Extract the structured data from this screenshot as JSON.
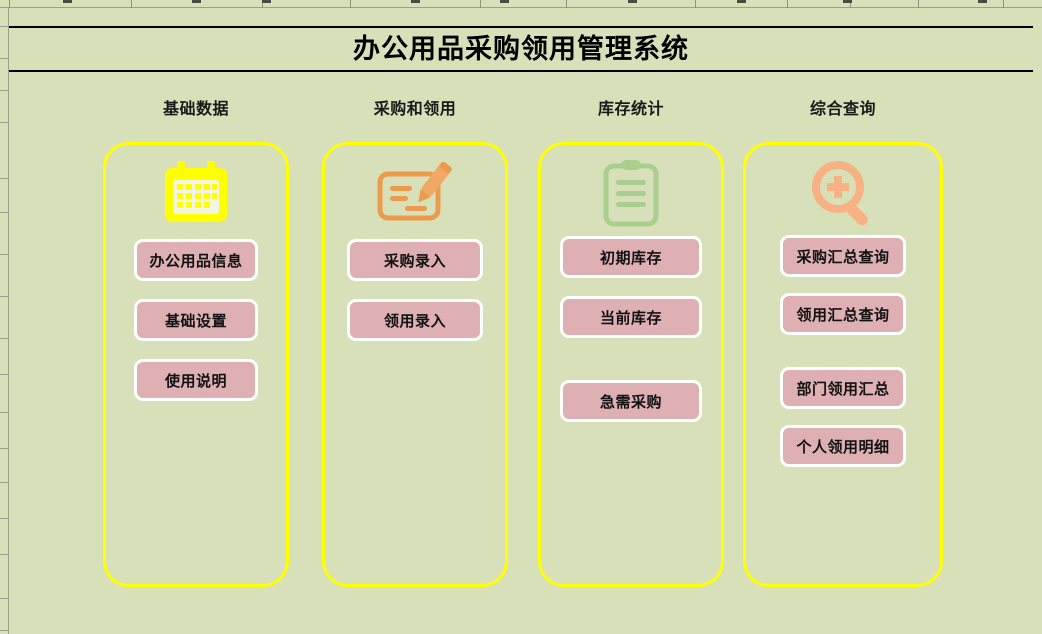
{
  "app": {
    "title": "办公用品采购领用管理系统",
    "background_color": "#d7e0b8",
    "panel_border_color": "#ffff00",
    "button_fill_color": "#deb0b4",
    "button_border_color": "#ffffff"
  },
  "columns": [
    {
      "header": "基础数据",
      "icon": "calendar-icon",
      "icon_color": "#ffff00",
      "buttons": [
        {
          "label": "办公用品信息"
        },
        {
          "label": "基础设置"
        },
        {
          "label": "使用说明"
        }
      ]
    },
    {
      "header": "采购和领用",
      "icon": "note-pen-icon",
      "icon_color": "#eb9b4e",
      "buttons": [
        {
          "label": "采购录入"
        },
        {
          "label": "领用录入"
        }
      ]
    },
    {
      "header": "库存统计",
      "icon": "clipboard-icon",
      "icon_color": "#a9cf8f",
      "buttons": [
        {
          "label": "初期库存"
        },
        {
          "label": "当前库存"
        },
        {
          "label": "急需采购"
        }
      ]
    },
    {
      "header": "综合查询",
      "icon": "magnifier-plus-icon",
      "icon_color": "#f7b183",
      "buttons": [
        {
          "label": "采购汇总查询"
        },
        {
          "label": "领用汇总查询"
        },
        {
          "label": "部门领用汇总"
        },
        {
          "label": "个人领用明细"
        }
      ]
    }
  ]
}
